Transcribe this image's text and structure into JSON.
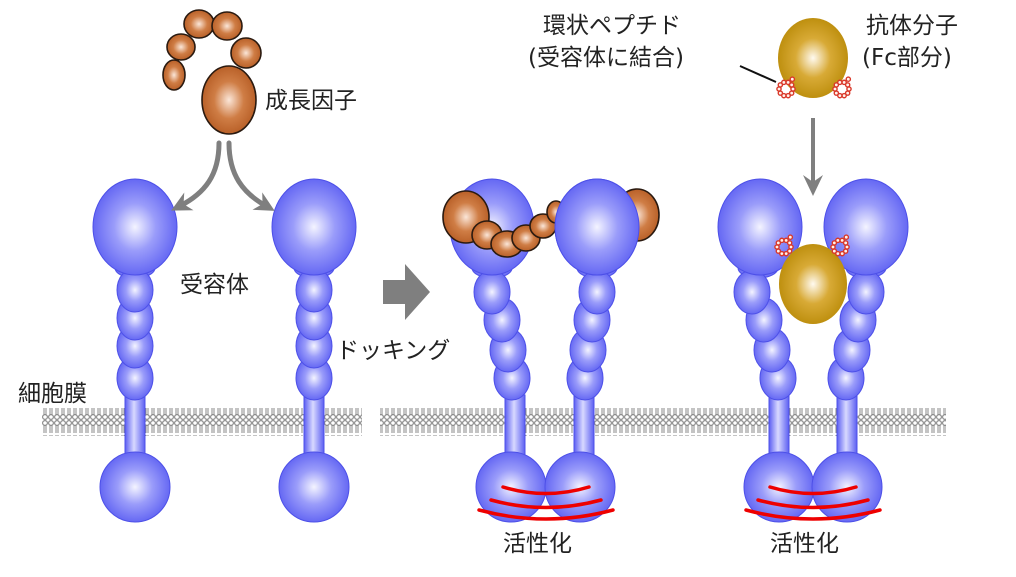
{
  "labels": {
    "growth_factor": "成長因子",
    "receptor": "受容体",
    "cell_membrane": "細胞膜",
    "docking": "ドッキング",
    "activation_1": "活性化",
    "activation_2": "活性化",
    "cyclic_peptide_line1": "環状ペプチド",
    "cyclic_peptide_line2": "(受容体に結合)",
    "antibody_line1": "抗体分子",
    "antibody_line2": "(Fc部分)"
  },
  "colors": {
    "receptor": "#6a6cf5",
    "receptor_light": "#ecedff",
    "receptor_stroke": "#4d50e8",
    "growth_factor": "#b8642c",
    "growth_factor_light": "#f6d6c0",
    "antibody": "#c4940e",
    "antibody_light": "#fff6dc",
    "peptide": "#d9382a",
    "arrow": "#7f7f7f",
    "activation_mark": "#ee0000",
    "membrane": "#8a8a8a",
    "text": "#222222"
  },
  "panels": [
    {
      "id": "unbound",
      "receptors": 2,
      "ligand": "growth_factor",
      "state": "separate"
    },
    {
      "id": "growth-factor-docked",
      "receptors": 2,
      "ligand": "growth_factor",
      "state": "dimer-activated"
    },
    {
      "id": "antibody-docked",
      "receptors": 2,
      "ligand": "antibody_fc_with_cyclic_peptides",
      "state": "dimer-activated"
    }
  ]
}
